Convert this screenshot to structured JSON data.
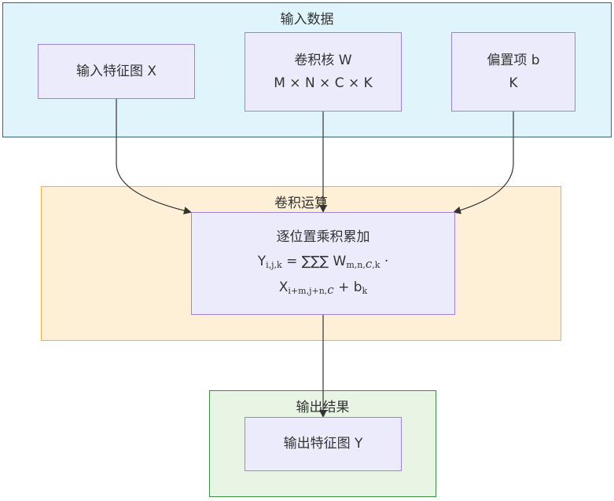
{
  "groups": {
    "input": {
      "title": "输入数据"
    },
    "conv": {
      "title": "卷积运算"
    },
    "output": {
      "title": "输出结果"
    }
  },
  "nodes": {
    "x": {
      "line1": "输入特征图 X"
    },
    "w": {
      "line1": "卷积核 W",
      "line2": "M × N × C × K"
    },
    "b": {
      "line1": "偏置项 b",
      "line2": "K"
    },
    "op": {
      "line1": "逐位置乘积累加",
      "f_Y": "Y",
      "f_Ysub": "i,j,k",
      "f_sum": " = ∑∑∑ W",
      "f_Wsub": "m,n,",
      "f_Wc": "c",
      "f_Wk": ",k",
      "f_dot": " ·",
      "f_X": "X",
      "f_Xsub": "i+m,j+n,",
      "f_Xc": "c",
      "f_plus": " + b",
      "f_bsub": "k"
    },
    "out": {
      "line1": "输出特征图 Y"
    }
  },
  "colors": {
    "edge": "#333333",
    "node_fill": "#ebebfc",
    "node_border": "#9e84d8"
  }
}
